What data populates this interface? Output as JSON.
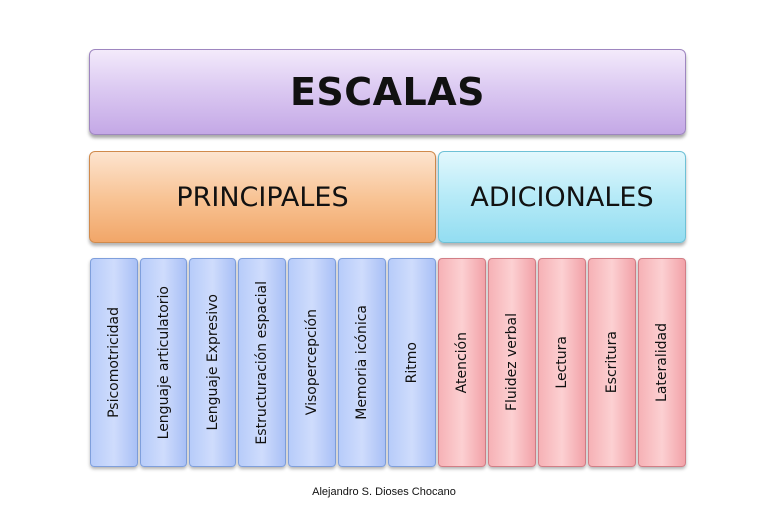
{
  "title": "ESCALAS",
  "principales": {
    "label": "PRINCIPALES",
    "items": [
      "Psicomotricidad",
      "Lenguaje articulatorio",
      "Lenguaje Expresivo",
      "Estructuración espacial",
      "Visopercepción",
      "Memoria icónica",
      "Ritmo"
    ]
  },
  "adicionales": {
    "label": "ADICIONALES",
    "items": [
      "Atención",
      "Fluidez verbal",
      "Lectura",
      "Escritura",
      "Lateralidad"
    ]
  },
  "credit": "Alejandro S. Dioses Chocano",
  "colors": {
    "title": "#d8c4f0",
    "principales": "#f7be8c",
    "adicionales": "#b0e7f6",
    "principal_items": "#c3d4fb",
    "adicional_items": "#f8c0c4"
  }
}
